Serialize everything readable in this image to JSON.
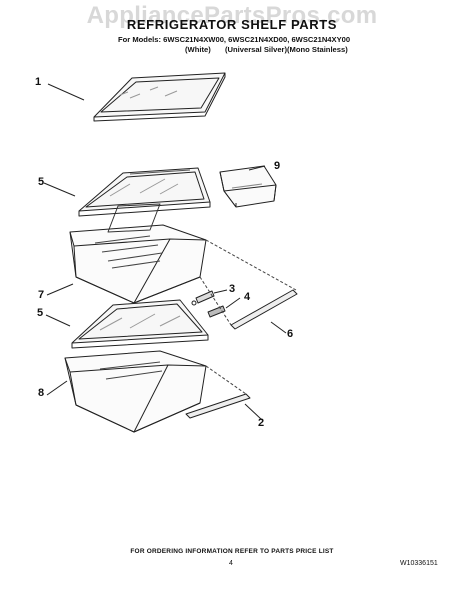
{
  "watermark": "AppliancePartsPros.com",
  "title": "REFRIGERATOR SHELF PARTS",
  "models": "For Models: 6WSC21N4XW00, 6WSC21N4XD00, 6WSC21N4XY00",
  "variants": [
    "(White)",
    "(Universal Silver)",
    "(Mono Stainless)"
  ],
  "callouts": [
    "1",
    "9",
    "5",
    "3",
    "4",
    "7",
    "5",
    "6",
    "8",
    "2"
  ],
  "footer": {
    "note": "FOR ORDERING INFORMATION REFER TO PARTS PRICE LIST",
    "page": "4",
    "doc_number": "W10336151"
  }
}
